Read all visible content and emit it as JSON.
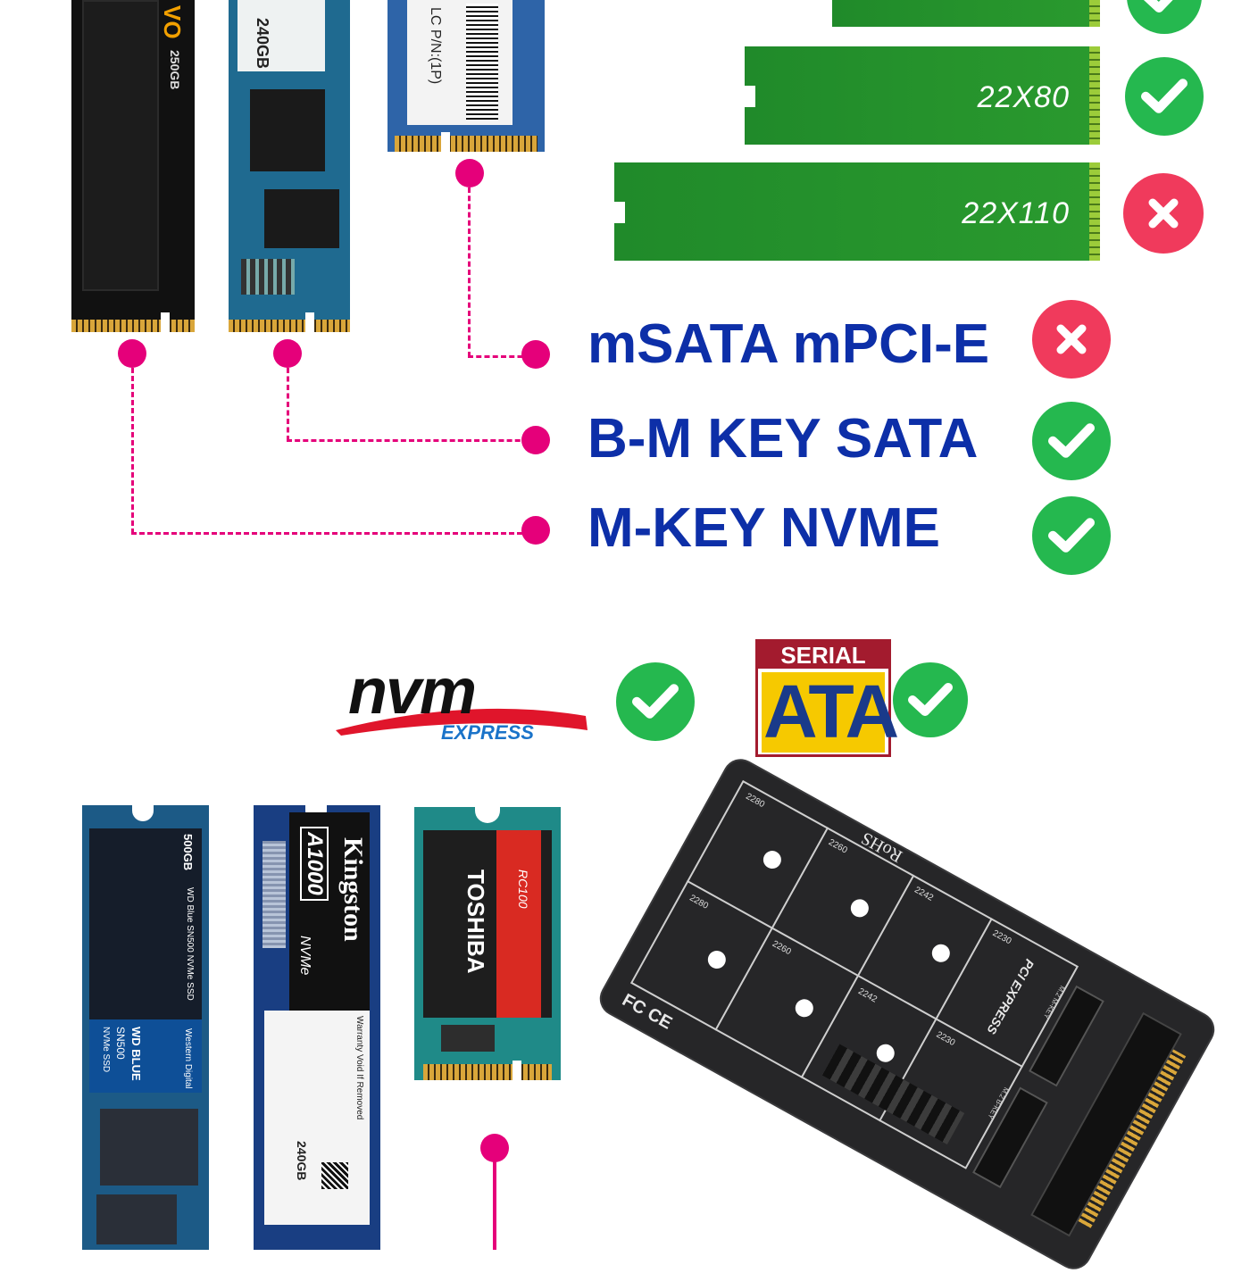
{
  "bars": [
    {
      "label": "",
      "status": "ok"
    },
    {
      "label": "22X80",
      "status": "ok"
    },
    {
      "label": "22X110",
      "status": "no"
    }
  ],
  "interfaces": [
    {
      "label": "mSATA mPCI-E",
      "status": "no"
    },
    {
      "label": "B-M KEY SATA",
      "status": "ok"
    },
    {
      "label": "M-KEY NVME",
      "status": "ok"
    }
  ],
  "logos": {
    "nvm": {
      "main": "nvm",
      "sub": "EXPRESS"
    },
    "sata": {
      "top": "SERIAL",
      "main": "ATA"
    }
  },
  "top_drives": {
    "samsung": {
      "capacity": "250GB",
      "brand": "VO"
    },
    "sata_drive": {
      "capacity": "240GB"
    },
    "msata": {
      "text": "LC P/N:(1P)"
    }
  },
  "bottom_drives": {
    "wd": {
      "capacity": "500GB",
      "line": "WD Blue SN500 NVMe SSD",
      "brand": "WD BLUE",
      "model": "SN500",
      "type": "NVMe SSD",
      "maker": "Western Digital"
    },
    "kingston": {
      "brand": "Kingston",
      "model": "A1000",
      "type": "NVMe",
      "capacity": "240GB",
      "warranty": "Warranty Void If Removed"
    },
    "toshiba": {
      "brand": "TOSHIBA",
      "model": "RC100"
    }
  },
  "adapter": {
    "rohs": "RoHS",
    "pcie": "PCI EXPRESS",
    "sizes": [
      "2280",
      "2260",
      "2242",
      "2230",
      "2280",
      "2260",
      "2242",
      "2230"
    ],
    "marks": "FC CE",
    "mkey": "M.2 M-KEY",
    "bkey": "M.2 B-KEY"
  },
  "colors": {
    "accent_pink": "#e5007a",
    "label_blue": "#0d2fa8",
    "ok_green": "#25b84f",
    "no_red": "#f03a5c",
    "bar_green": "#208a2a"
  }
}
